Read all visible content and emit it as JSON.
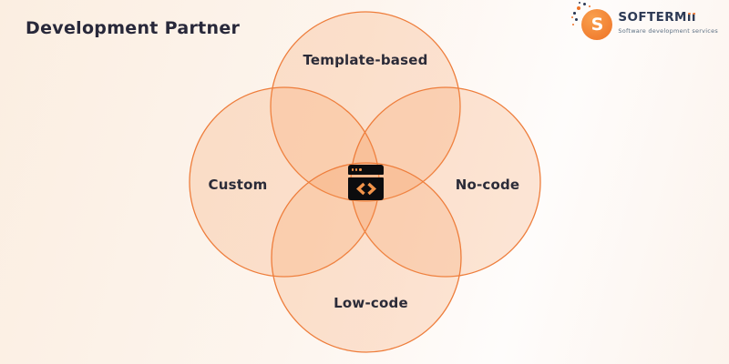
{
  "page": {
    "title": "Development Partner"
  },
  "logo": {
    "monogram": "S",
    "wordmark_prefix": "SOFTERM",
    "wordmark_suffix": "ıı",
    "tagline": "Software development services",
    "colors": {
      "orange": "#ee7226",
      "navy": "#2d3a55"
    }
  },
  "diagram": {
    "type": "venn",
    "center_icon": "code-window-icon",
    "circles": [
      {
        "position": "top",
        "label": "Template-based"
      },
      {
        "position": "left",
        "label": "Custom"
      },
      {
        "position": "right",
        "label": "No-code"
      },
      {
        "position": "bottom",
        "label": "Low-code"
      }
    ],
    "colors": {
      "stroke": "#ee7d3b",
      "fill": "#f5924e"
    }
  }
}
